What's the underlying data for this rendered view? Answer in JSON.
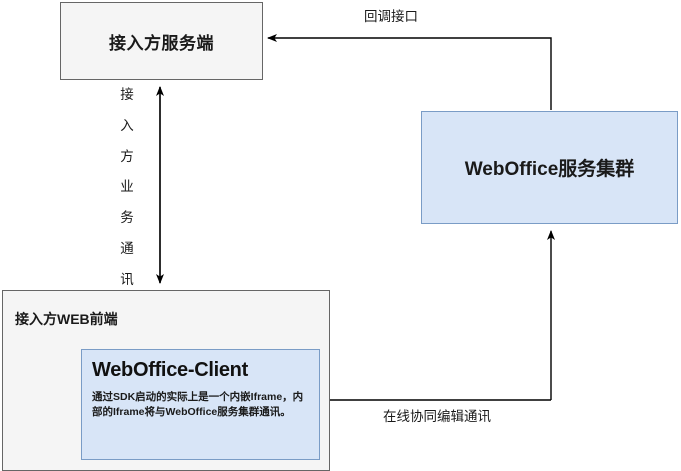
{
  "diagram": {
    "type": "architecture-flow",
    "nodes": {
      "server": {
        "label": "接入方服务端",
        "fill": "#f5f5f5",
        "stroke": "#666666"
      },
      "weboffice_cluster": {
        "label": "WebOffice服务集群",
        "fill": "#d8e5f7",
        "stroke": "#7a9cc6"
      },
      "frontend": {
        "label": "接入方WEB前端",
        "fill": "#f5f5f5",
        "stroke": "#666666"
      },
      "client": {
        "label": "WebOffice-Client",
        "description": "通过SDK启动的实际上是一个内嵌Iframe，内部的Iframe将与WebOffice服务集群通讯。",
        "fill": "#d8e5f7",
        "stroke": "#7a9cc6"
      }
    },
    "edges": {
      "callback": {
        "label": "回调接口",
        "from": "weboffice_cluster",
        "to": "server",
        "direction": "one-way"
      },
      "business": {
        "label": "接入方业务通讯",
        "label_chars": [
          "接",
          "入",
          "方",
          "业",
          "务",
          "通",
          "讯"
        ],
        "from": "frontend",
        "to": "server",
        "direction": "two-way"
      },
      "collab": {
        "label": "在线协同编辑通讯",
        "from": "client",
        "to": "weboffice_cluster",
        "direction": "two-way"
      }
    }
  }
}
